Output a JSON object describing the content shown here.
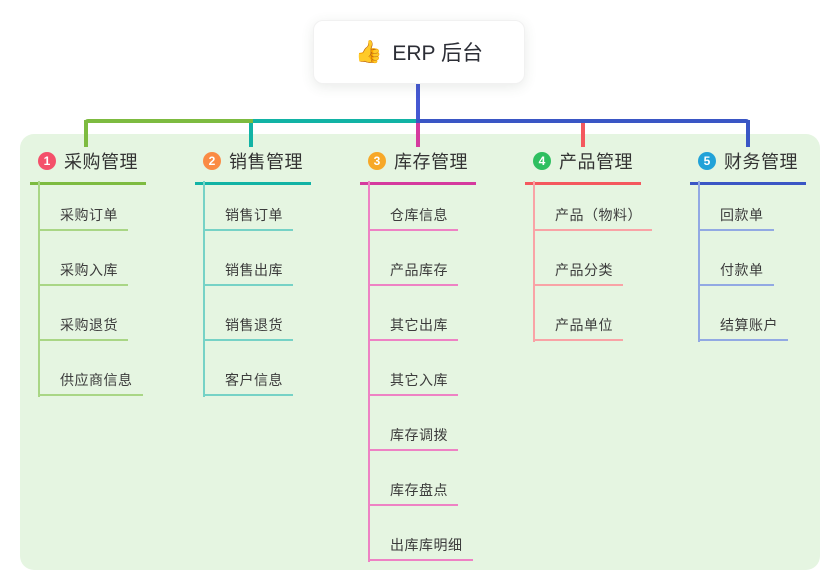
{
  "root": {
    "icon": "👍",
    "title": "ERP 后台"
  },
  "connectors": {
    "root_line_color": "#4558d2"
  },
  "branches": [
    {
      "number": "1",
      "label": "采购管理",
      "colors": {
        "badge": "#f4506a",
        "main": "#7dbb40",
        "light": "#a9d685"
      },
      "children": [
        "采购订单",
        "采购入库",
        "采购退货",
        "供应商信息"
      ]
    },
    {
      "number": "2",
      "label": "销售管理",
      "colors": {
        "badge": "#fa8b44",
        "main": "#12b3a5",
        "light": "#76d2c6"
      },
      "children": [
        "销售订单",
        "销售出库",
        "销售退货",
        "客户信息"
      ]
    },
    {
      "number": "3",
      "label": "库存管理",
      "colors": {
        "badge": "#f7a828",
        "main": "#d53a9e",
        "light": "#ee82c4"
      },
      "children": [
        "仓库信息",
        "产品库存",
        "其它出库",
        "其它入库",
        "库存调拨",
        "库存盘点",
        "出库库明细"
      ]
    },
    {
      "number": "4",
      "label": "产品管理",
      "colors": {
        "badge": "#2ebf60",
        "main": "#f4585e",
        "light": "#f9a3a6"
      },
      "children": [
        "产品（物料）",
        "产品分类",
        "产品单位"
      ]
    },
    {
      "number": "5",
      "label": "财务管理",
      "colors": {
        "badge": "#21a2d8",
        "main": "#3a56c5",
        "light": "#92a9e3"
      },
      "children": [
        "回款单",
        "付款单",
        "结算账户"
      ]
    }
  ]
}
